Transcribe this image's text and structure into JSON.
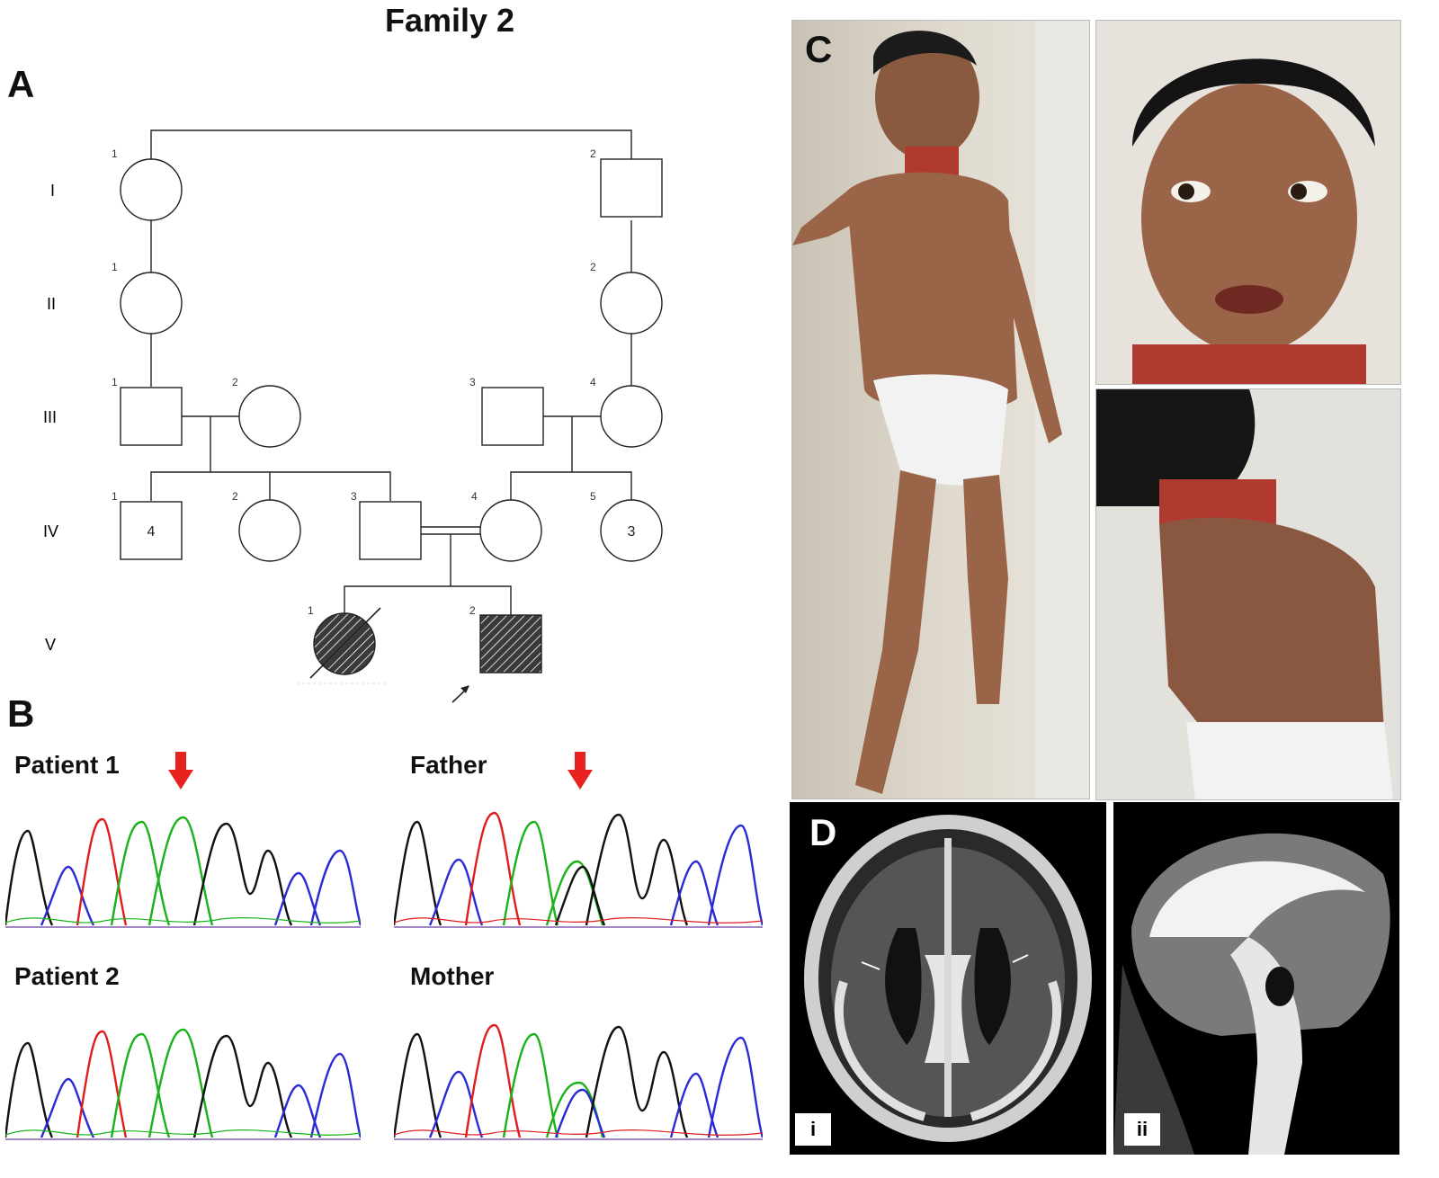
{
  "figure": {
    "title": "Family 2",
    "panels": {
      "a": "A",
      "b": "B",
      "c": "C",
      "d": "D"
    }
  },
  "pedigree": {
    "generations": [
      "I",
      "II",
      "III",
      "IV",
      "V"
    ],
    "individuals": [
      {
        "id": "I-1",
        "index": "1",
        "sex": "female",
        "affected": false
      },
      {
        "id": "I-2",
        "index": "2",
        "sex": "male",
        "affected": false
      },
      {
        "id": "II-1",
        "index": "1",
        "sex": "female",
        "affected": false
      },
      {
        "id": "II-2",
        "index": "2",
        "sex": "female",
        "affected": false
      },
      {
        "id": "III-1",
        "index": "1",
        "sex": "male",
        "affected": false
      },
      {
        "id": "III-2",
        "index": "2",
        "sex": "female",
        "affected": false
      },
      {
        "id": "III-3",
        "index": "3",
        "sex": "male",
        "affected": false
      },
      {
        "id": "III-4",
        "index": "4",
        "sex": "female",
        "affected": false
      },
      {
        "id": "IV-1",
        "index": "1",
        "sex": "male",
        "count": "4"
      },
      {
        "id": "IV-2",
        "index": "2",
        "sex": "female"
      },
      {
        "id": "IV-3",
        "index": "3",
        "sex": "male"
      },
      {
        "id": "IV-4",
        "index": "4",
        "sex": "female"
      },
      {
        "id": "IV-5",
        "index": "5",
        "sex": "female",
        "count": "3"
      },
      {
        "id": "V-1",
        "index": "1",
        "sex": "female",
        "affected": true,
        "deceased": true
      },
      {
        "id": "V-2",
        "index": "2",
        "sex": "male",
        "affected": true,
        "proband": true
      }
    ]
  },
  "chromatograms": [
    {
      "label": "Patient 1",
      "arrow": true
    },
    {
      "label": "Father",
      "arrow": true
    },
    {
      "label": "Patient 2",
      "arrow": false
    },
    {
      "label": "Mother",
      "arrow": false
    }
  ],
  "mri": {
    "sub_i": "i",
    "sub_ii": "ii"
  },
  "colors": {
    "arrow": "#e8231f",
    "trace_black": "#111111",
    "trace_blue": "#2b2bd6",
    "trace_red": "#e01c1c",
    "trace_green": "#19b319"
  }
}
